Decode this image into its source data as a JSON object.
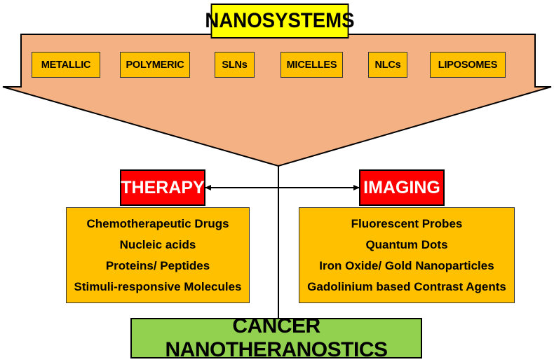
{
  "colors": {
    "funnel": "#F4B183",
    "box_fill": "#FFC000",
    "title_fill": "#FFFF00",
    "label_fill": "#FF0000",
    "bottom_fill": "#92D050"
  },
  "title": "NANOSYSTEMS",
  "nanosystem_types": [
    "METALLIC",
    "POLYMERIC",
    "SLNs",
    "MICELLES",
    "NLCs",
    "LIPOSOMES"
  ],
  "therapy": {
    "label": "THERAPY",
    "items": [
      "Chemotherapeutic Drugs",
      "Nucleic acids",
      "Proteins/ Peptides",
      "Stimuli-responsive Molecules"
    ]
  },
  "imaging": {
    "label": "IMAGING",
    "items": [
      "Fluorescent Probes",
      "Quantum Dots",
      "Iron Oxide/ Gold Nanoparticles",
      "Gadolinium based Contrast Agents"
    ]
  },
  "result": "CANCER NANOTHERANOSTICS"
}
